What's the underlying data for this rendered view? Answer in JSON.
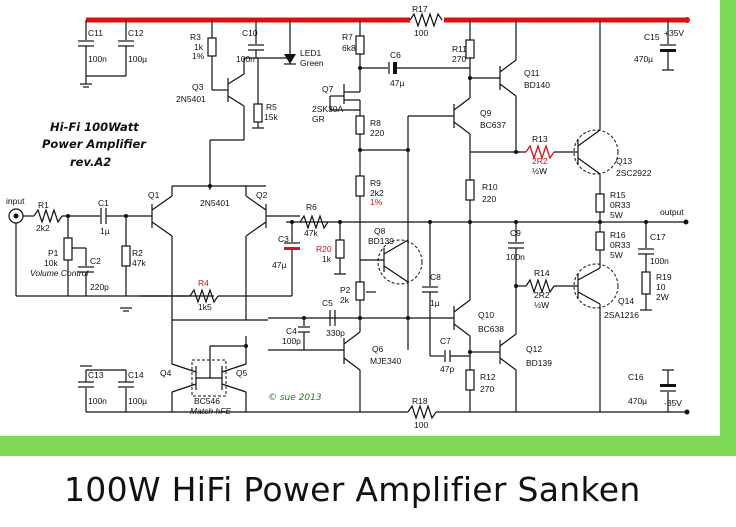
{
  "caption": "100W HiFi Power Amplifier Sanken",
  "title_lines": [
    "Hi-Fi 100Watt",
    "Power Amplifier",
    "rev.A2"
  ],
  "copyright": "© sue 2013",
  "rails": {
    "pos": "+35V",
    "neg": "-35V",
    "input": "input",
    "output": "output",
    "volume": "Volume Control"
  },
  "colors": {
    "rail": "#e01010",
    "background": "#7ed957",
    "highlight": "#d11111",
    "copyright": "#1a7a1a"
  },
  "components": {
    "C11": [
      "C11",
      "100n"
    ],
    "C12": [
      "C12",
      "100µ"
    ],
    "R3": [
      "R3",
      "1k",
      "1%"
    ],
    "C10": [
      "C10",
      "100n"
    ],
    "LED1": [
      "LED1",
      "Green"
    ],
    "R7": [
      "R7",
      "6k8"
    ],
    "R17": [
      "R17",
      "100"
    ],
    "R11": [
      "R11",
      "270"
    ],
    "C6": [
      "C6",
      "47µ"
    ],
    "Q11": [
      "Q11",
      "BD140"
    ],
    "C15": [
      "C15",
      "470µ"
    ],
    "Q3": [
      "Q3",
      "2N5401"
    ],
    "R5": [
      "R5",
      "15k"
    ],
    "Q7": [
      "Q7",
      "2SK30A",
      "GR"
    ],
    "R8": [
      "R8",
      "220"
    ],
    "Q9": [
      "Q9",
      "BC637"
    ],
    "R13": [
      "R13",
      "2R2",
      "½W"
    ],
    "Q13": [
      "Q13",
      "2SC2922"
    ],
    "R9": [
      "R9",
      "2k2",
      "1%"
    ],
    "R10": [
      "R10",
      "220"
    ],
    "R15": [
      "R15",
      "0R33",
      "5W"
    ],
    "Q1": [
      "Q1"
    ],
    "Q2": [
      "Q2"
    ],
    "Qpair": [
      "2N5401"
    ],
    "R1": [
      "R1",
      "2k2"
    ],
    "C1": [
      "C1",
      "1µ"
    ],
    "R6": [
      "R6",
      "47k"
    ],
    "C9": [
      "C9",
      "100n"
    ],
    "R16": [
      "R16",
      "0R33",
      "5W"
    ],
    "C17": [
      "C17",
      "100n"
    ],
    "P1": [
      "P1",
      "10k"
    ],
    "C2": [
      "C2",
      "220p"
    ],
    "R2": [
      "R2",
      "47k"
    ],
    "C3": [
      "C3",
      "47µ"
    ],
    "R20": [
      "R20",
      "1k"
    ],
    "Q8": [
      "Q8",
      "BD139"
    ],
    "C8": [
      "C8",
      "1µ"
    ],
    "R14": [
      "R14",
      "2R2",
      "½W"
    ],
    "R19": [
      "R19",
      "10",
      "2W"
    ],
    "Q14": [
      "Q14",
      "2SA1216"
    ],
    "R4": [
      "R4",
      "1k5"
    ],
    "P2": [
      "P2",
      "2k"
    ],
    "C5": [
      "C5",
      "330p"
    ],
    "C4": [
      "C4",
      "100p"
    ],
    "Q10": [
      "Q10",
      "BC638"
    ],
    "Q6": [
      "Q6",
      "MJE340"
    ],
    "C7": [
      "C7",
      "47p"
    ],
    "Q12": [
      "Q12",
      "BD139"
    ],
    "Q4": [
      "Q4"
    ],
    "Q5": [
      "Q5"
    ],
    "Qmatch": [
      "BC546",
      "Match hFE"
    ],
    "C13": [
      "C13",
      "100n"
    ],
    "C14": [
      "C14",
      "100µ"
    ],
    "R12": [
      "R12",
      "270"
    ],
    "C16": [
      "C16",
      "470µ"
    ],
    "R18": [
      "R18",
      "100"
    ]
  }
}
